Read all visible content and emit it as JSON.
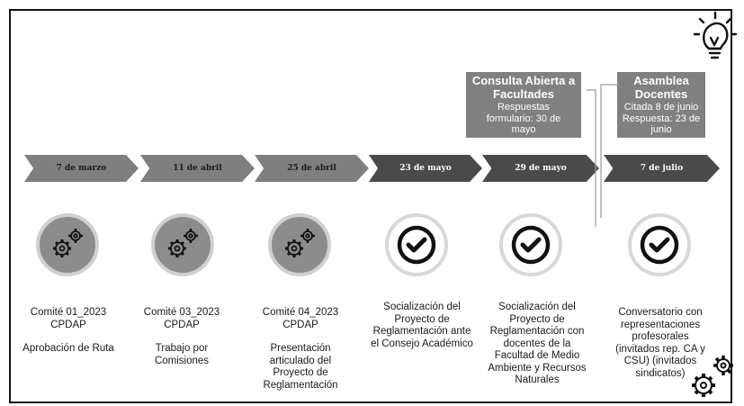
{
  "timeline": {
    "dates": [
      "7 de marzo",
      "11 de abril",
      "25 de abril",
      "23 de mayo",
      "29 de mayo",
      "7 de julio"
    ],
    "arrow_shades": [
      "#7f7f7f",
      "#7f7f7f",
      "#7f7f7f",
      "#4a4a4a",
      "#4a4a4a",
      "#4a4a4a"
    ]
  },
  "steps": [
    {
      "icon": "gears-icon",
      "title": "Comité 01_2023",
      "subtitle": "CPDAP",
      "desc": "Aprobación de Ruta"
    },
    {
      "icon": "gears-icon",
      "title": "Comité 03_2023",
      "subtitle": "CPDAP",
      "desc": "Trabajo por Comisiones"
    },
    {
      "icon": "gears-icon",
      "title": "Comité 04_2023",
      "subtitle": "CPDAP",
      "desc": "Presentación articulado del Proyecto de Reglamentación"
    },
    {
      "icon": "check-icon",
      "desc": "Socialización del Proyecto de Reglamentación ante el Consejo Académico"
    },
    {
      "icon": "check-icon",
      "desc": "Socialización del Proyecto de Reglamentación con docentes de la Facultad de Medio Ambiente y Recursos Naturales"
    },
    {
      "icon": "check-icon",
      "desc": "Conversatorio con representaciones profesorales (invitados rep. CA y CSU) (invitados sindicatos)"
    }
  ],
  "callouts": {
    "consulta": {
      "title": "Consulta Abierta a Facultades",
      "detail": "Respuestas formulario: 30 de mayo"
    },
    "asamblea": {
      "title": "Asamblea Docentes",
      "detail_1": "Citada  8 de junio",
      "detail_2": "Respuesta: 23 de junio"
    }
  },
  "decor": {
    "top_right": "lightbulb-icon",
    "bottom_right": "gears-icon"
  }
}
